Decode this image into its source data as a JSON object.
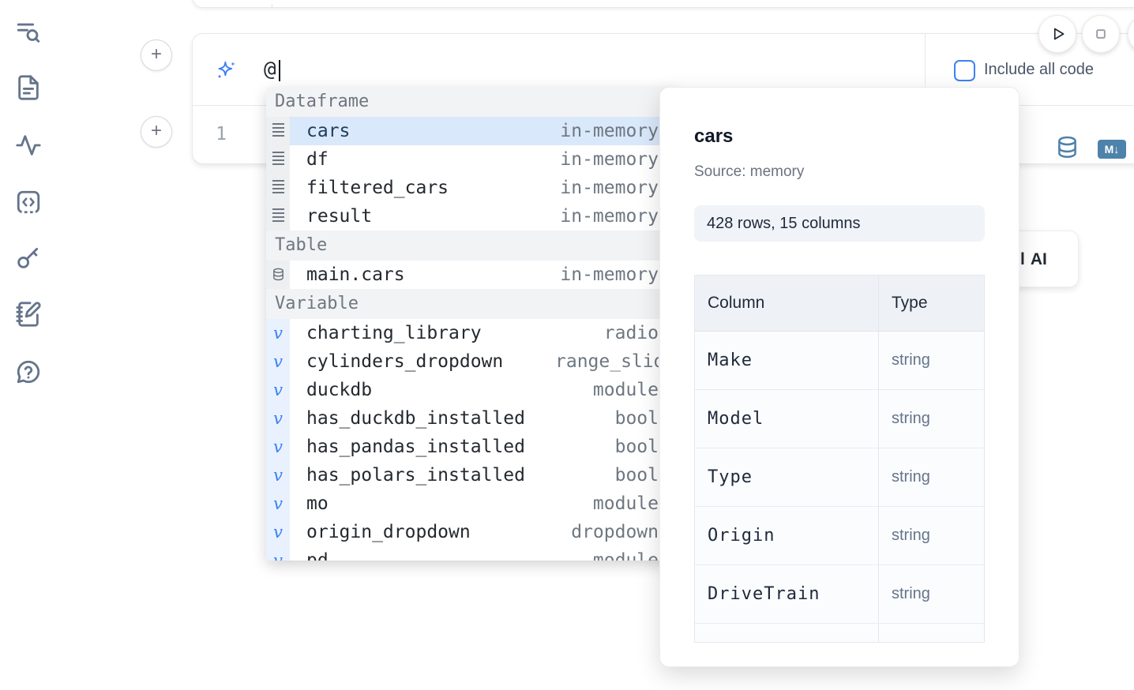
{
  "colors": {
    "accent_blue": "#3b82f6",
    "steel_blue": "#4d82ab",
    "selected_row": "#d9e8fa"
  },
  "sidebar": {
    "icons": [
      "list-search-icon",
      "file-text-icon",
      "activity-icon",
      "code-snippets-icon",
      "key-icon",
      "notebook-pen-icon",
      "help-chat-icon"
    ]
  },
  "cell": {
    "add_button_label": "+",
    "ai_input": {
      "value": "@"
    },
    "include_all_code": {
      "label": "Include all code",
      "checked": false
    },
    "line_number": "1",
    "markdown_badge": "M↓"
  },
  "ai_button": {
    "clipped_prefix": "l",
    "label": "AI"
  },
  "autocomplete": {
    "variable_glyph": "v",
    "sections": [
      {
        "label": "Dataframe",
        "items": [
          {
            "name": "cars",
            "detail": "in-memory",
            "selected": true
          },
          {
            "name": "df",
            "detail": "in-memory"
          },
          {
            "name": "filtered_cars",
            "detail": "in-memory"
          },
          {
            "name": "result",
            "detail": "in-memory"
          }
        ]
      },
      {
        "label": "Table",
        "items": [
          {
            "name": "main.cars",
            "detail": "in-memory"
          }
        ]
      },
      {
        "label": "Variable",
        "items": [
          {
            "name": "charting_library",
            "detail": "radio"
          },
          {
            "name": "cylinders_dropdown",
            "detail": "range_slider"
          },
          {
            "name": "duckdb",
            "detail": "module"
          },
          {
            "name": "has_duckdb_installed",
            "detail": "bool"
          },
          {
            "name": "has_pandas_installed",
            "detail": "bool"
          },
          {
            "name": "has_polars_installed",
            "detail": "bool"
          },
          {
            "name": "mo",
            "detail": "module"
          },
          {
            "name": "origin_dropdown",
            "detail": "dropdown"
          },
          {
            "name": "pd",
            "detail": "module"
          }
        ]
      }
    ]
  },
  "preview": {
    "title": "cars",
    "source": "Source: memory",
    "shape": "428 rows, 15 columns",
    "table": {
      "headers": [
        "Column",
        "Type"
      ],
      "rows": [
        [
          "Make",
          "string"
        ],
        [
          "Model",
          "string"
        ],
        [
          "Type",
          "string"
        ],
        [
          "Origin",
          "string"
        ],
        [
          "DriveTrain",
          "string"
        ]
      ]
    }
  }
}
